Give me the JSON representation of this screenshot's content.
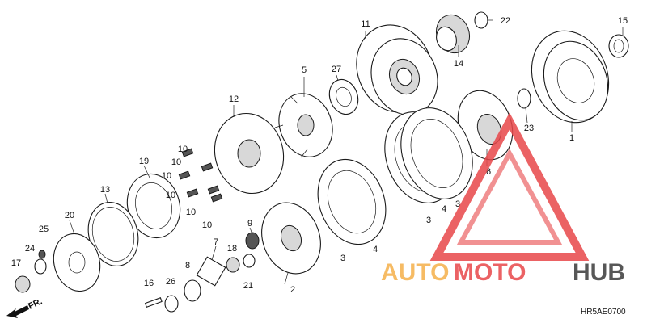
{
  "diagram": {
    "diagram_code": "HR5AE0700",
    "direction_label": "FR.",
    "callouts": [
      {
        "id": "c1",
        "label": "1"
      },
      {
        "id": "c2",
        "label": "2"
      },
      {
        "id": "c3a",
        "label": "3"
      },
      {
        "id": "c3b",
        "label": "3"
      },
      {
        "id": "c3c",
        "label": "3"
      },
      {
        "id": "c4a",
        "label": "4"
      },
      {
        "id": "c4b",
        "label": "4"
      },
      {
        "id": "c5",
        "label": "5"
      },
      {
        "id": "c6",
        "label": "6"
      },
      {
        "id": "c7",
        "label": "7"
      },
      {
        "id": "c8",
        "label": "8"
      },
      {
        "id": "c9",
        "label": "9"
      },
      {
        "id": "c10a",
        "label": "10"
      },
      {
        "id": "c10b",
        "label": "10"
      },
      {
        "id": "c10c",
        "label": "10"
      },
      {
        "id": "c10d",
        "label": "10"
      },
      {
        "id": "c10e",
        "label": "10"
      },
      {
        "id": "c10f",
        "label": "10"
      },
      {
        "id": "c11",
        "label": "11"
      },
      {
        "id": "c12",
        "label": "12"
      },
      {
        "id": "c13",
        "label": "13"
      },
      {
        "id": "c14",
        "label": "14"
      },
      {
        "id": "c15",
        "label": "15"
      },
      {
        "id": "c16",
        "label": "16"
      },
      {
        "id": "c17",
        "label": "17"
      },
      {
        "id": "c18",
        "label": "18"
      },
      {
        "id": "c19",
        "label": "19"
      },
      {
        "id": "c20",
        "label": "20"
      },
      {
        "id": "c21",
        "label": "21"
      },
      {
        "id": "c22",
        "label": "22"
      },
      {
        "id": "c23",
        "label": "23"
      },
      {
        "id": "c24",
        "label": "24"
      },
      {
        "id": "c25",
        "label": "25"
      },
      {
        "id": "c26",
        "label": "26"
      },
      {
        "id": "c27",
        "label": "27"
      }
    ]
  },
  "watermark": {
    "text_part1": "AUTO",
    "text_part2": "MOTO",
    "text_part3": "HUB",
    "colors": {
      "orange": "#f5b04a",
      "red": "#e8474a",
      "dark": "#3a3a3a"
    }
  }
}
